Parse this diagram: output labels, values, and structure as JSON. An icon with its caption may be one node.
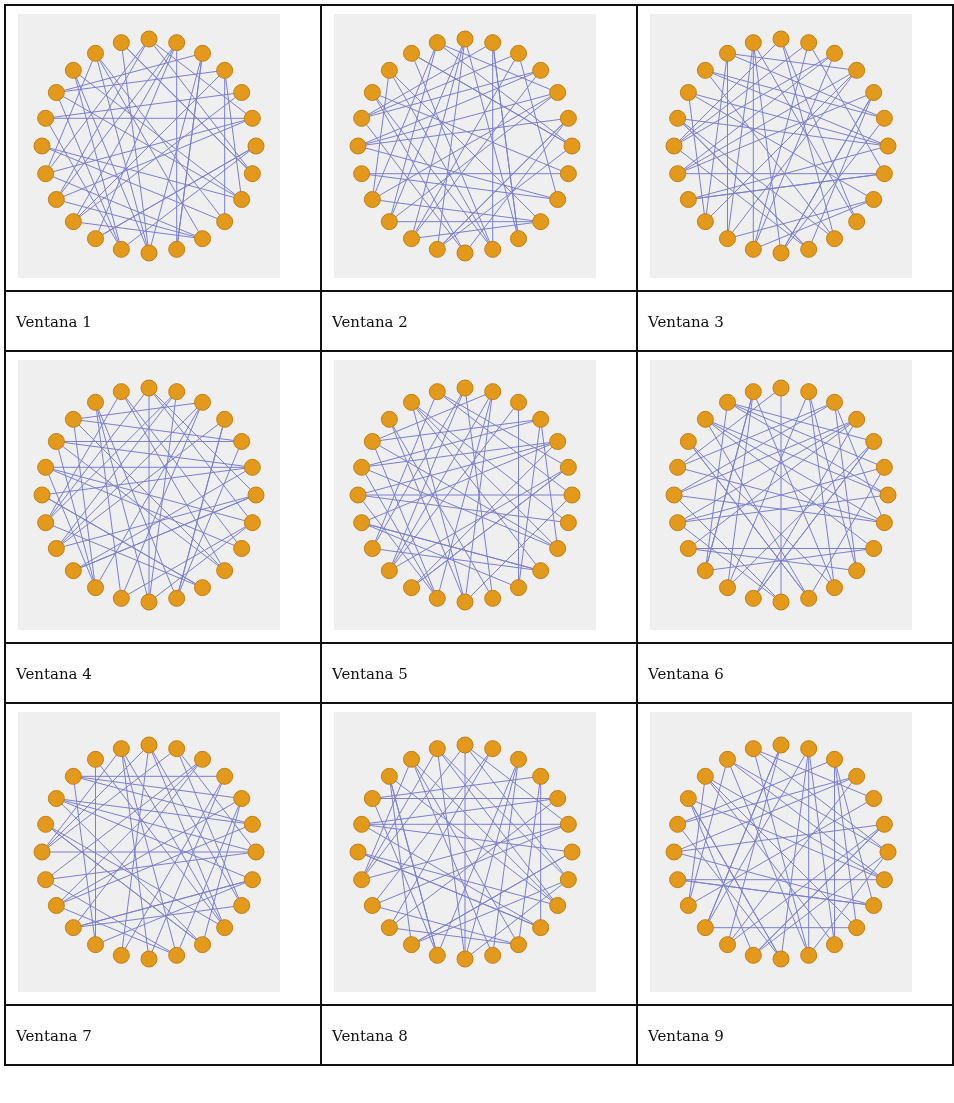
{
  "diagram": {
    "labels": [
      "Ventana 1",
      "Ventana 2",
      "Ventana 3",
      "Ventana 4",
      "Ventana 5",
      "Ventana 6",
      "Ventana 7",
      "Ventana 8",
      "Ventana 9"
    ]
  }
}
